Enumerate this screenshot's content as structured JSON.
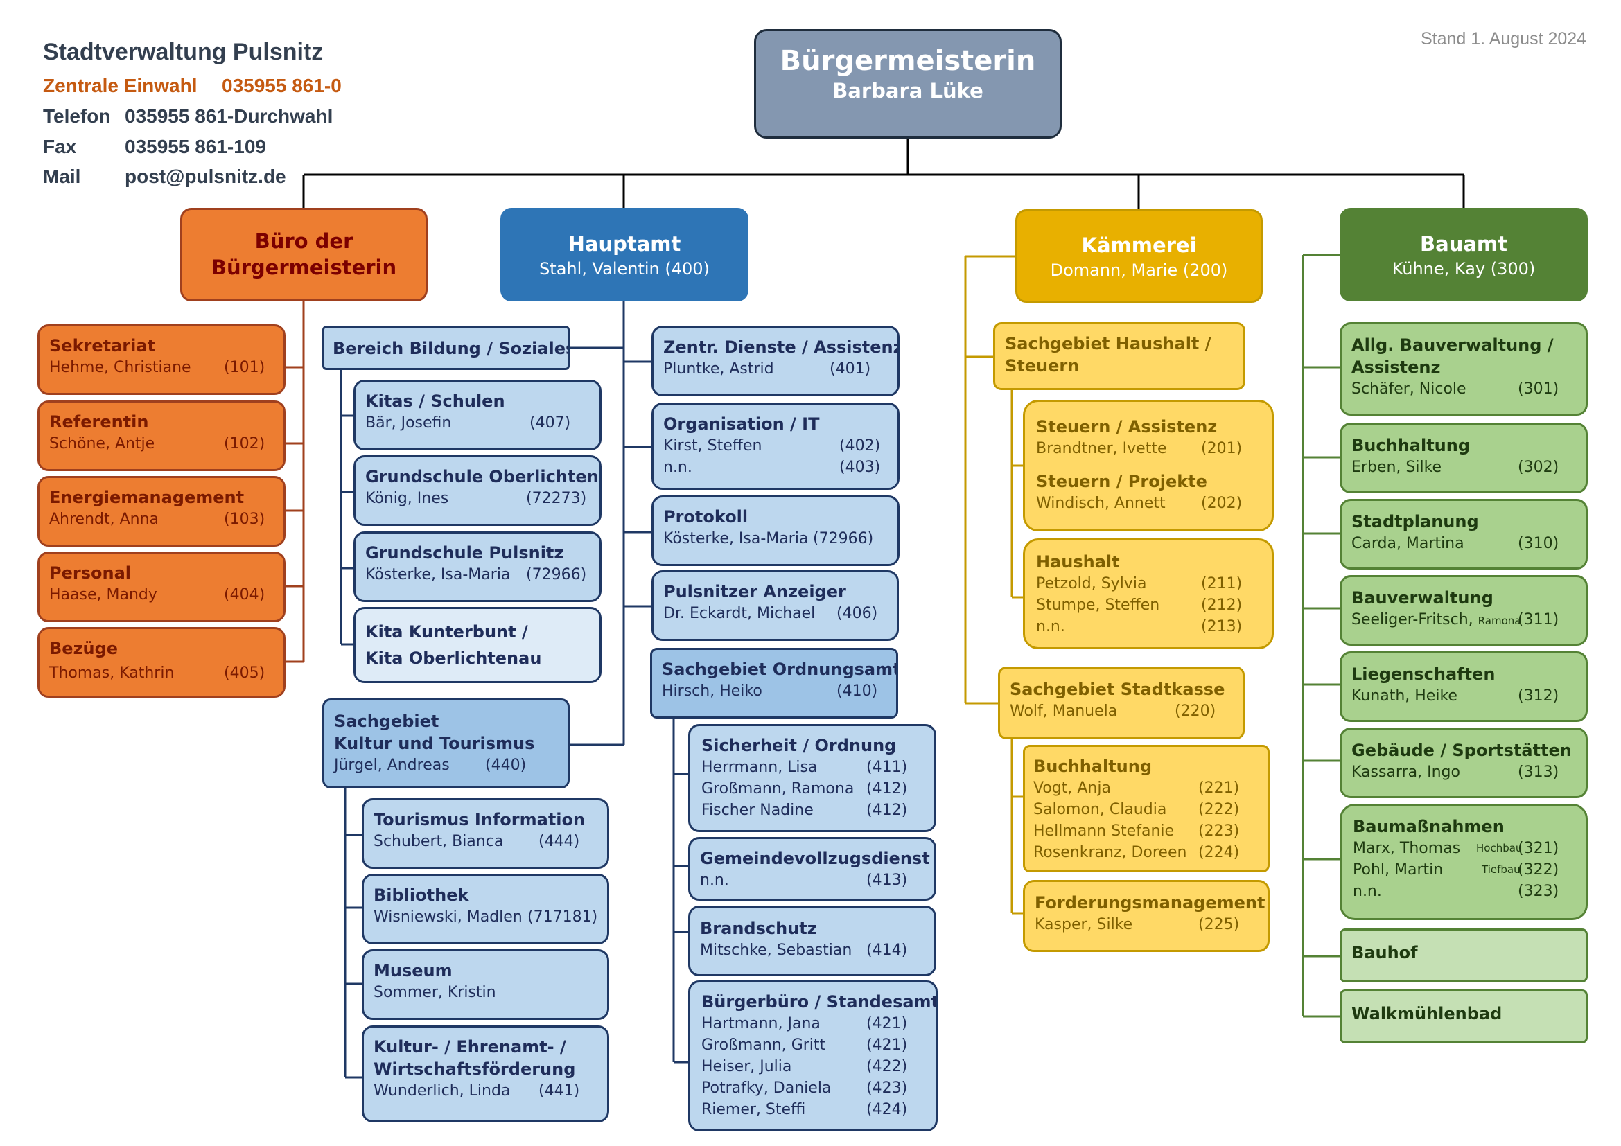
{
  "header": {
    "org": "Stadtverwaltung Pulsnitz",
    "central_label": "Zentrale Einwahl",
    "central_value": "035955 861-0",
    "phone_label": "Telefon",
    "phone_value": "035955 861-Durchwahl",
    "fax_label": "Fax",
    "fax_value": "035955 861-109",
    "mail_label": "Mail",
    "mail_value": "post@pulsnitz.de",
    "stand": "Stand 1. August 2024"
  },
  "mayor": {
    "title": "Bürgermeisterin",
    "name": "Barbara Lüke"
  },
  "colors": {
    "orange": "#ed7d31",
    "blue": "#2e75b6",
    "yellow": "#e8b000",
    "green": "#548235",
    "mayor": "#8497b0"
  },
  "departments": {
    "buero": {
      "title1": "Büro der",
      "title2": "Bürgermeisterin",
      "units": [
        {
          "title": "Sekretariat",
          "name": "Hehme, Christiane",
          "ext": "(101)"
        },
        {
          "title": "Referentin",
          "name": "Schöne, Antje",
          "ext": "(102)"
        },
        {
          "title": "Energiemanagement",
          "name": "Ahrendt, Anna",
          "ext": "(103)"
        },
        {
          "title": "Personal",
          "name": "Haase, Mandy",
          "ext": "(404)"
        },
        {
          "title": "Bezüge",
          "name": "Thomas, Kathrin",
          "ext": "(405)"
        }
      ]
    },
    "hauptamt": {
      "title": "Hauptamt",
      "head": "Stahl, Valentin (400)",
      "bildung": {
        "title": "Bereich Bildung / Soziales",
        "units": [
          {
            "title": "Kitas / Schulen",
            "name": "Bär, Josefin",
            "ext": "(407)"
          },
          {
            "title": "Grundschule Oberlichten.",
            "name": "König, Ines",
            "ext": "(72273)"
          },
          {
            "title": "Grundschule Pulsnitz",
            "name": "Kösterke, Isa-Maria",
            "ext": "(72966)"
          },
          {
            "title1": "Kita Kunterbunt /",
            "title2": "Kita Oberlichtenau"
          }
        ]
      },
      "kultur": {
        "title1": "Sachgebiet",
        "title2": "Kultur und Tourismus",
        "name": "Jürgel, Andreas",
        "ext": "(440)",
        "units": [
          {
            "title": "Tourismus Information",
            "name": "Schubert, Bianca",
            "ext": "(444)"
          },
          {
            "title": "Bibliothek",
            "name": "Wisniewski, Madlen",
            "ext": "(717181)"
          },
          {
            "title": "Museum",
            "name": "Sommer, Kristin"
          },
          {
            "title1": "Kultur- / Ehrenamt- /",
            "title2": "Wirtschaftsförderung",
            "name": "Wunderlich, Linda",
            "ext": "(441)"
          }
        ]
      },
      "right_units": [
        {
          "title": "Zentr. Dienste / Assistenz",
          "name": "Pluntke, Astrid",
          "ext": "(401)"
        },
        {
          "title": "Organisation / IT",
          "rows": [
            {
              "name": "Kirst, Steffen",
              "ext": "(402)"
            },
            {
              "name": "n.n.",
              "ext": "(403)"
            }
          ]
        },
        {
          "title": "Protokoll",
          "name": "Kösterke, Isa-Maria",
          "ext": "(72966)"
        },
        {
          "title": "Pulsnitzer Anzeiger",
          "name": "Dr. Eckardt, Michael",
          "ext": "(406)"
        }
      ],
      "ordnung": {
        "title": "Sachgebiet Ordnungsamt",
        "name": "Hirsch, Heiko",
        "ext": "(410)",
        "units": [
          {
            "title": "Sicherheit / Ordnung",
            "rows": [
              {
                "name": "Herrmann, Lisa",
                "ext": "(411)"
              },
              {
                "name": "Großmann, Ramona",
                "ext": "(412)"
              },
              {
                "name": "Fischer Nadine",
                "ext": "(412)"
              }
            ]
          },
          {
            "title": "Gemeindevollzugsdienst",
            "rows": [
              {
                "name": "n.n.",
                "ext": "(413)"
              }
            ]
          },
          {
            "title": "Brandschutz",
            "rows": [
              {
                "name": "Mitschke, Sebastian",
                "ext": "(414)"
              }
            ]
          },
          {
            "title": "Bürgerbüro / Standesamt",
            "rows": [
              {
                "name": "Hartmann, Jana",
                "ext": "(421)"
              },
              {
                "name": "Großmann, Gritt",
                "ext": "(421)"
              },
              {
                "name": "Heiser, Julia",
                "ext": "(422)"
              },
              {
                "name": "Potrafky, Daniela",
                "ext": "(423)"
              },
              {
                "name": "Riemer, Steffi",
                "ext": "(424)"
              }
            ]
          }
        ]
      }
    },
    "kaemmerei": {
      "title": "Kämmerei",
      "head": "Domann, Marie (200)",
      "haushalt": {
        "title1": "Sachgebiet Haushalt /",
        "title2": "Steuern",
        "steuern": [
          {
            "title": "Steuern / Assistenz",
            "name": "Brandtner, Ivette",
            "ext": "(201)"
          },
          {
            "title": "Steuern / Projekte",
            "name": "Windisch, Annett",
            "ext": "(202)"
          }
        ],
        "haushalt_unit": {
          "title": "Haushalt",
          "rows": [
            {
              "name": "Petzold, Sylvia",
              "ext": "(211)"
            },
            {
              "name": "Stumpe, Steffen",
              "ext": "(212)"
            },
            {
              "name": "n.n.",
              "ext": "(213)"
            }
          ]
        }
      },
      "kasse": {
        "title": "Sachgebiet Stadtkasse",
        "name": "Wolf, Manuela",
        "ext": "(220)",
        "buchhaltung": {
          "title": "Buchhaltung",
          "rows": [
            {
              "name": "Vogt, Anja",
              "ext": "(221)"
            },
            {
              "name": "Salomon, Claudia",
              "ext": "(222)"
            },
            {
              "name": "Hellmann Stefanie",
              "ext": "(223)"
            },
            {
              "name": "Rosenkranz, Doreen",
              "ext": "(224)"
            }
          ]
        },
        "forderung": {
          "title": "Forderungsmanagement",
          "name": "Kasper, Silke",
          "ext": "(225)"
        }
      }
    },
    "bauamt": {
      "title": "Bauamt",
      "head": "Kühne, Kay (300)",
      "units": [
        {
          "title1": "Allg. Bauverwaltung /",
          "title2": "Assistenz",
          "name": "Schäfer, Nicole",
          "ext": "(301)"
        },
        {
          "title": "Buchhaltung",
          "name": "Erben, Silke",
          "ext": "(302)"
        },
        {
          "title": "Stadtplanung",
          "name": "Carda, Martina",
          "ext": "(310)"
        },
        {
          "title": "Bauverwaltung",
          "name": "Seeliger-Fritsch,",
          "sub": "Ramona",
          "ext": "(311)"
        },
        {
          "title": "Liegenschaften",
          "name": "Kunath, Heike",
          "ext": "(312)"
        },
        {
          "title": "Gebäude / Sportstätten",
          "name": "Kassarra, Ingo",
          "ext": "(313)"
        },
        {
          "title": "Baumaßnahmen",
          "rows": [
            {
              "name": "Marx, Thomas",
              "sub": "Hochbau",
              "ext": "(321)"
            },
            {
              "name": "Pohl, Martin",
              "sub": "Tiefbau",
              "ext": "(322)"
            },
            {
              "name": "n.n.",
              "sub": "",
              "ext": "(323)"
            }
          ]
        },
        {
          "title": "Bauhof"
        },
        {
          "title": "Walkmühlenbad"
        }
      ]
    }
  }
}
